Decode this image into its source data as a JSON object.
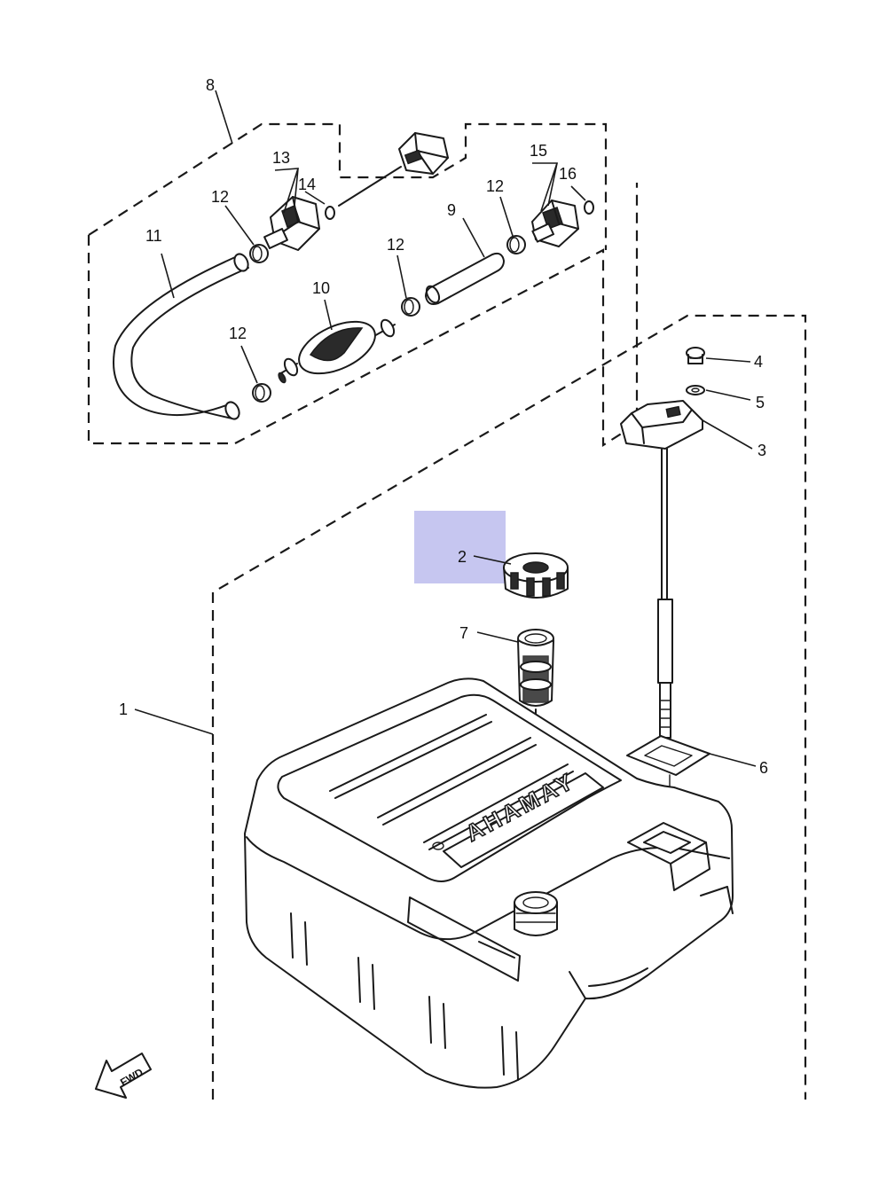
{
  "diagram": {
    "highlight_color": "#c6c6f0",
    "brand_text": "YAMAHA",
    "fwd_label": "FWD",
    "callouts": {
      "c1": "1",
      "c2": "2",
      "c3": "3",
      "c4": "4",
      "c5": "5",
      "c6": "6",
      "c7": "7",
      "c8": "8",
      "c9": "9",
      "c10": "10",
      "c11": "11",
      "c12a": "12",
      "c12b": "12",
      "c12c": "12",
      "c12d": "12",
      "c13": "13",
      "c14": "14",
      "c15": "15",
      "c16": "16"
    }
  }
}
